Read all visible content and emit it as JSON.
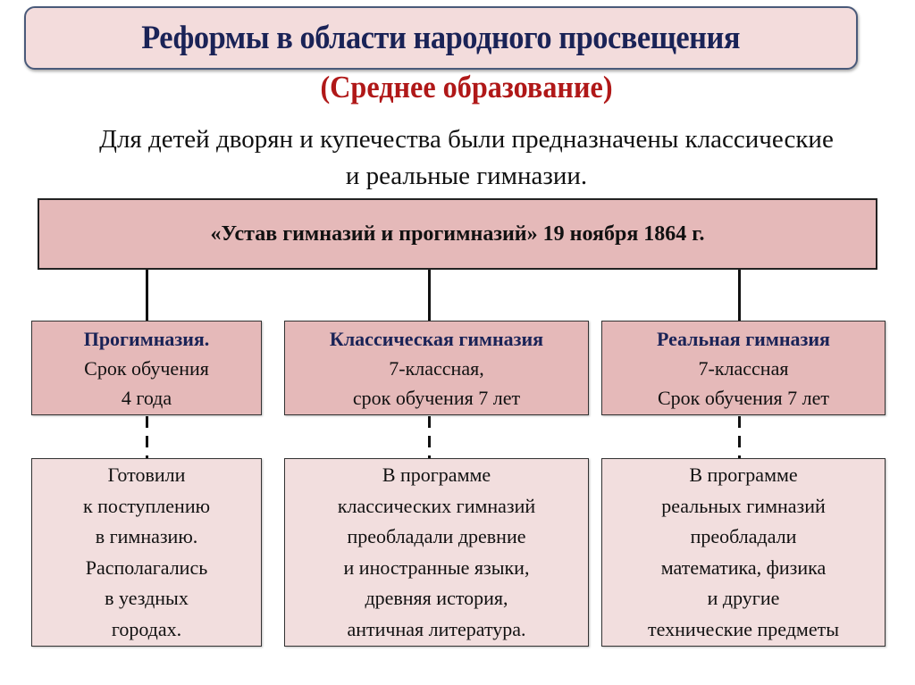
{
  "header": {
    "title": "Реформы в области народного просвещения",
    "subtitle": "(Среднее образование)"
  },
  "intro": {
    "line1": "Для детей дворян и купечества были предназначены классические",
    "line2": "и реальные гимназии."
  },
  "statute": {
    "label": "«Устав гимназий и прогимназий» 19 ноября 1864 г."
  },
  "types": [
    {
      "title": "Прогимназия.",
      "lines": [
        "Срок обучения",
        "4 года"
      ],
      "description": [
        "Готовили",
        "к поступлению",
        "в гимназию.",
        "Располагались",
        "в уездных",
        "городах."
      ]
    },
    {
      "title": "Классическая гимназия",
      "lines": [
        "7-классная,",
        "срок обучения 7 лет"
      ],
      "description": [
        "В программе",
        "классических гимназий",
        "преобладали древние",
        "и иностранные языки,",
        "древняя история,",
        "античная литература."
      ]
    },
    {
      "title": "Реальная гимназия",
      "lines": [
        "7-классная",
        "Срок обучения 7 лет"
      ],
      "description": [
        "В программе",
        "реальных гимназий",
        "преобладали",
        "математика, физика",
        "и другие",
        "технические предметы"
      ]
    }
  ],
  "colors": {
    "title_text": "#1a2357",
    "subtitle_text": "#b01818",
    "header_box_fill": "#f3dcdc",
    "header_box_border": "#4a5a7a",
    "statute_fill": "#e5b9b9",
    "type_box_fill": "#e5b9b9",
    "desc_box_fill": "#f2dede"
  }
}
